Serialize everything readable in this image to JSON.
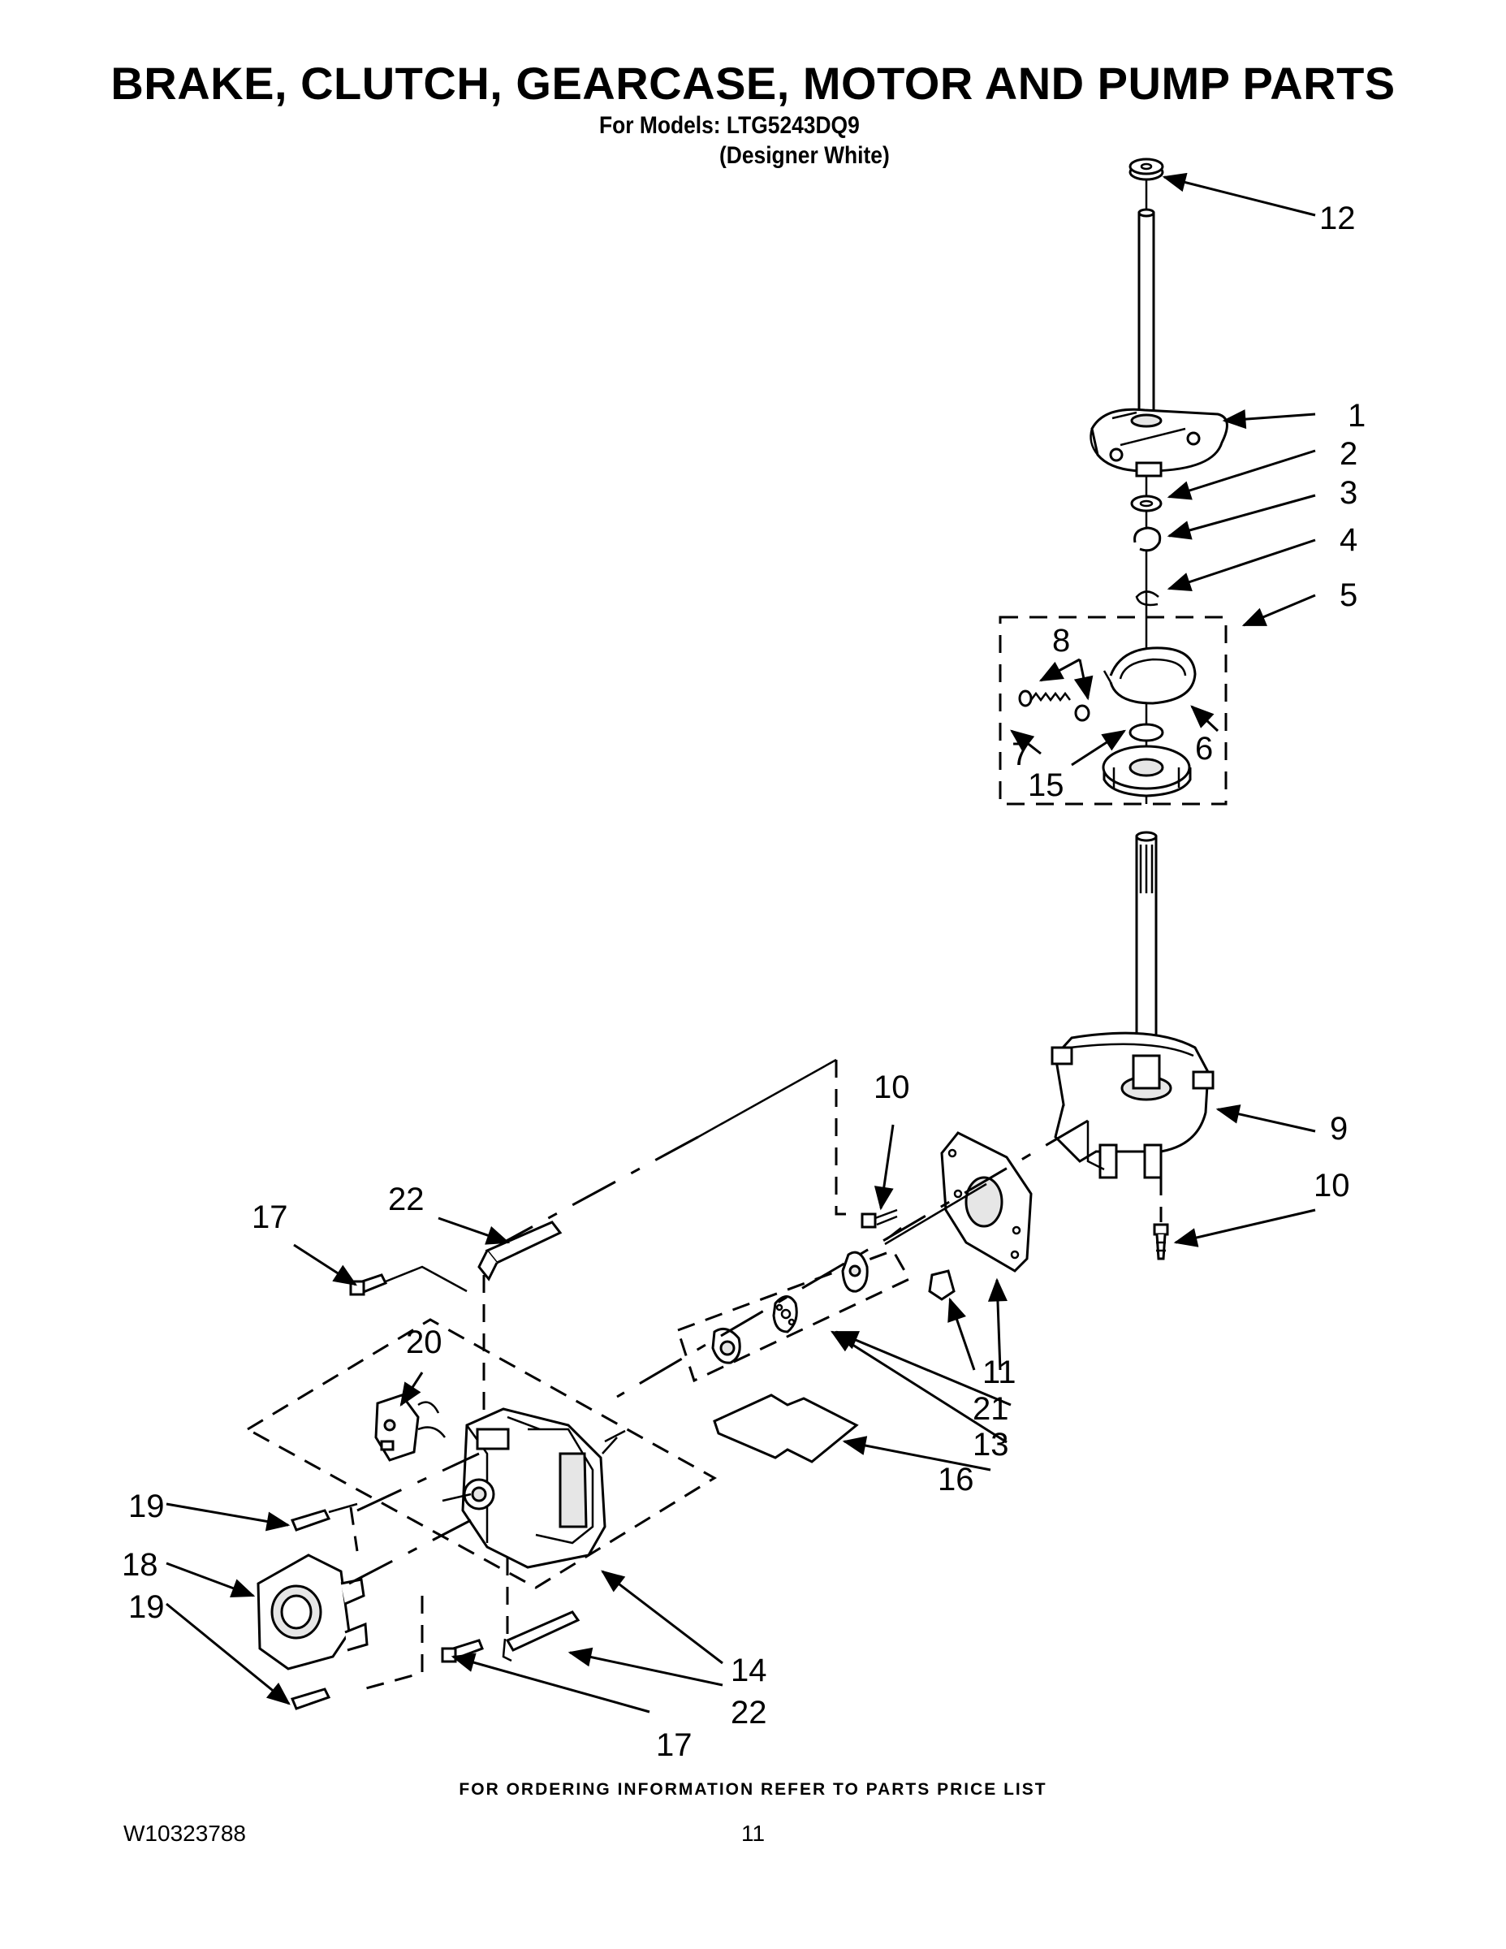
{
  "page": {
    "title": "BRAKE, CLUTCH, GEARCASE, MOTOR AND PUMP PARTS",
    "models_line": "For Models: LTG5243DQ9",
    "variant_line": "(Designer White)",
    "footer_note": "FOR ORDERING INFORMATION REFER TO PARTS PRICE LIST",
    "doc_number": "W10323788",
    "page_number": "11"
  },
  "callouts": [
    {
      "id": "c12",
      "label": "12"
    },
    {
      "id": "c1",
      "label": "1"
    },
    {
      "id": "c2",
      "label": "2"
    },
    {
      "id": "c3",
      "label": "3"
    },
    {
      "id": "c4",
      "label": "4"
    },
    {
      "id": "c5",
      "label": "5"
    },
    {
      "id": "c8",
      "label": "8"
    },
    {
      "id": "c6",
      "label": "6"
    },
    {
      "id": "c7",
      "label": "7"
    },
    {
      "id": "c15",
      "label": "15"
    },
    {
      "id": "c10a",
      "label": "10"
    },
    {
      "id": "c9",
      "label": "9"
    },
    {
      "id": "c10b",
      "label": "10"
    },
    {
      "id": "c22a",
      "label": "22"
    },
    {
      "id": "c17a",
      "label": "17"
    },
    {
      "id": "c20",
      "label": "20"
    },
    {
      "id": "c11",
      "label": "11"
    },
    {
      "id": "c21",
      "label": "21"
    },
    {
      "id": "c13",
      "label": "13"
    },
    {
      "id": "c16",
      "label": "16"
    },
    {
      "id": "c19a",
      "label": "19"
    },
    {
      "id": "c18",
      "label": "18"
    },
    {
      "id": "c19b",
      "label": "19"
    },
    {
      "id": "c14",
      "label": "14"
    },
    {
      "id": "c22b",
      "label": "22"
    },
    {
      "id": "c17b",
      "label": "17"
    }
  ]
}
